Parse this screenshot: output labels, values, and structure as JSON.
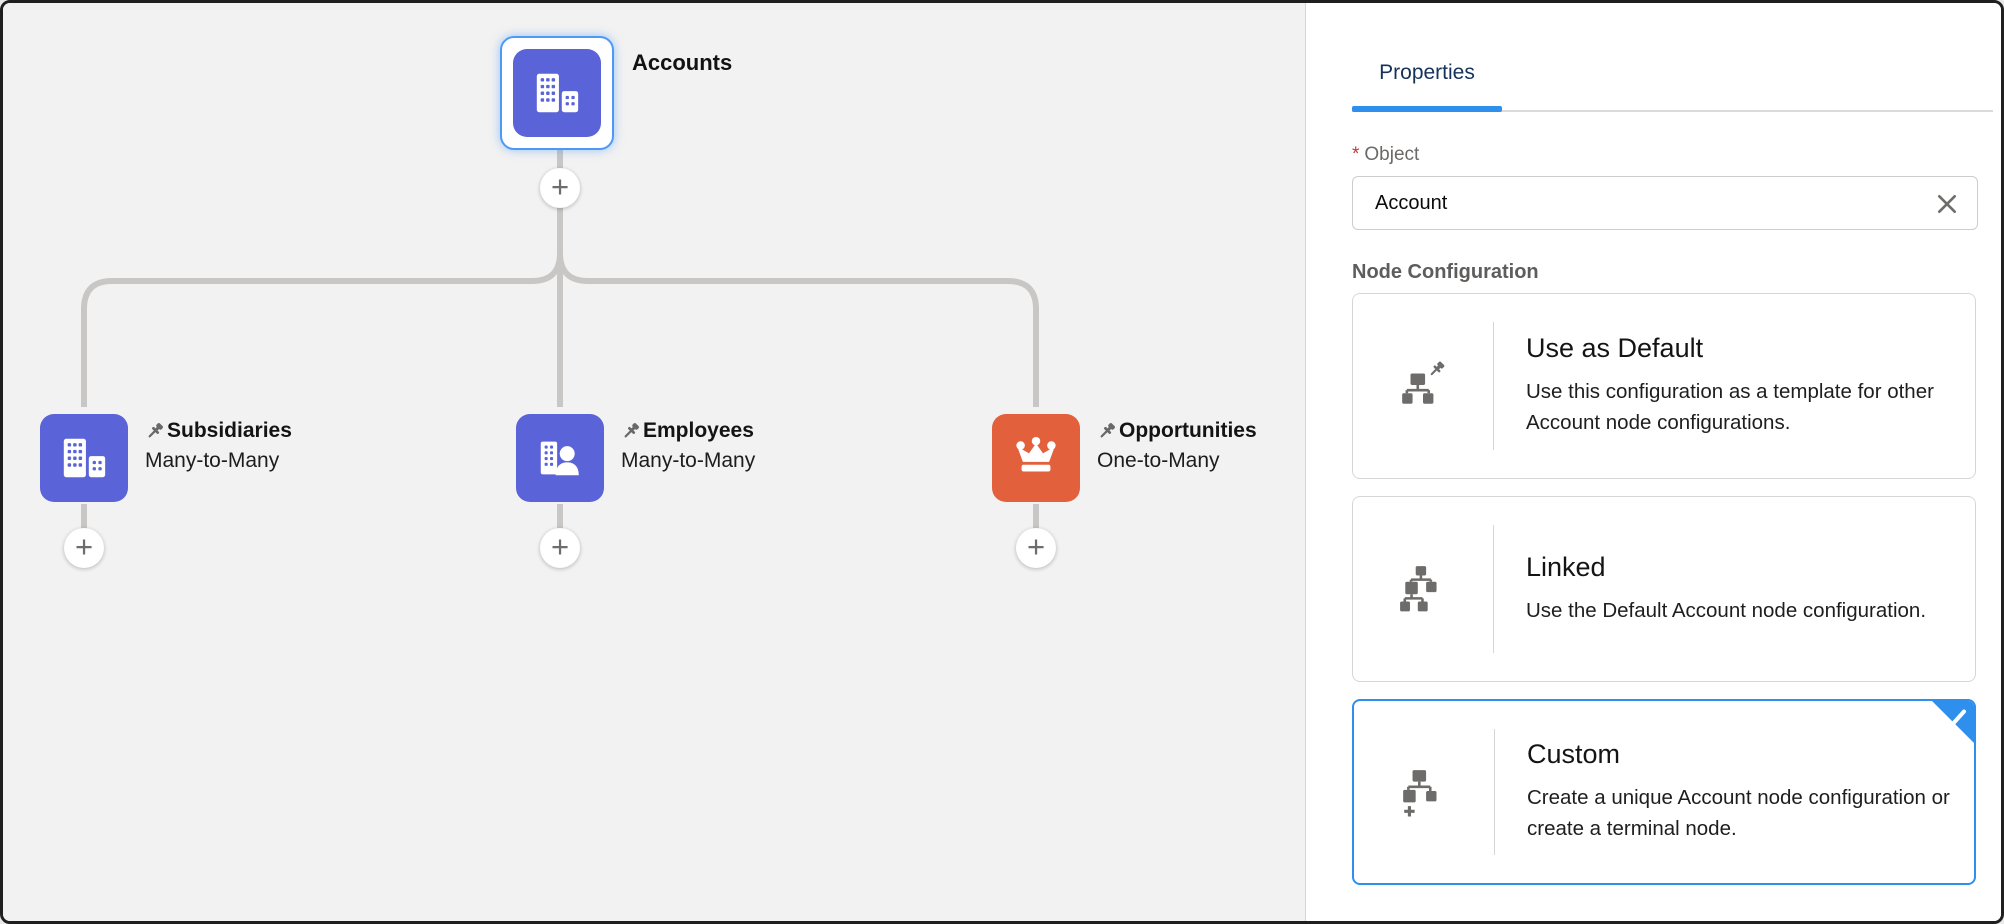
{
  "canvas": {
    "root": {
      "label": "Accounts"
    },
    "nodes": [
      {
        "name": "Subsidiaries",
        "relationship": "Many-to-Many",
        "pinned": true
      },
      {
        "name": "Employees",
        "relationship": "Many-to-Many",
        "pinned": true
      },
      {
        "name": "Opportunities",
        "relationship": "One-to-Many",
        "pinned": true
      }
    ],
    "plus": "+"
  },
  "panel": {
    "tab_label": "Properties",
    "object_field": {
      "required_marker": "*",
      "label": "Object",
      "value": "Account"
    },
    "section_title": "Node Configuration",
    "options": [
      {
        "title": "Use as Default",
        "description": "Use this configuration as a template for other Account node configurations.",
        "selected": false
      },
      {
        "title": "Linked",
        "description": "Use the Default Account node configuration.",
        "selected": false
      },
      {
        "title": "Custom",
        "description": "Create a unique Account node configuration or create a terminal node.",
        "selected": true
      }
    ]
  },
  "colors": {
    "node_purple": "#5A63D8",
    "node_orange": "#E2613C",
    "selection_blue": "#4C9AF5",
    "accent_blue": "#2E8FED",
    "connector_gray": "#C9C7C5",
    "canvas_bg": "#F3F2F2",
    "required_red": "#C23934",
    "tab_text": "#16325C"
  }
}
